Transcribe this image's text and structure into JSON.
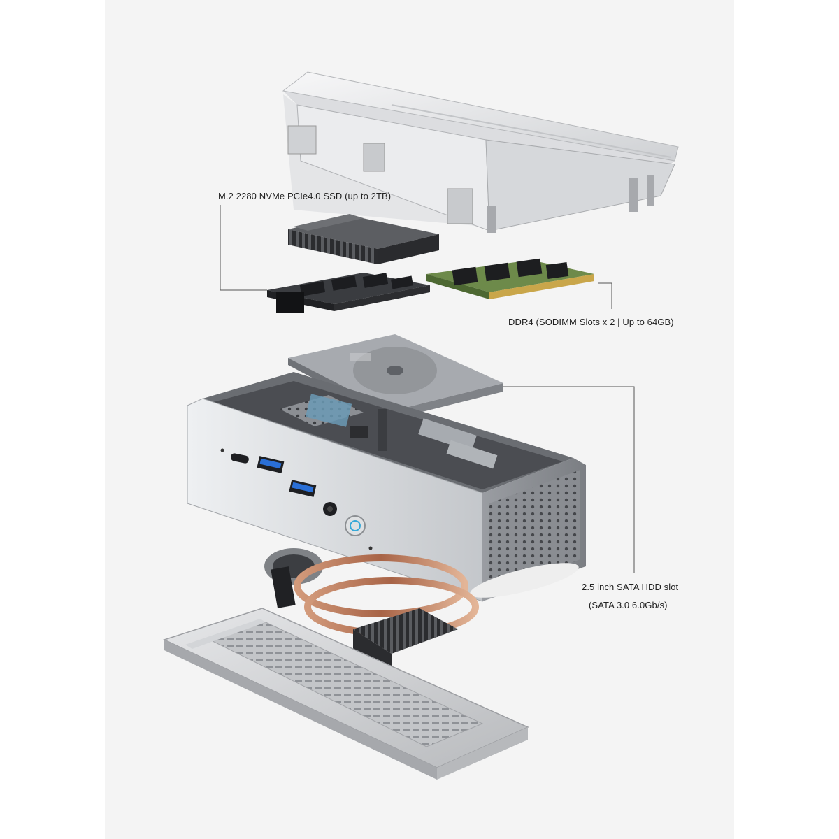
{
  "callouts": {
    "ssd": "M.2 2280 NVMe PCIe4.0 SSD (up to 2TB)",
    "ddr": "DDR4 (SODIMM Slots x 2 | Up to 64GB)",
    "hdd_line1": "2.5 inch SATA HDD slot",
    "hdd_line2": "(SATA 3.0 6.0Gb/s)"
  },
  "colors": {
    "background": "#f4f4f4",
    "aluminum": "#c9cbce",
    "aluminum_dark": "#8e9196",
    "ram_pcb": "#5d7a3e",
    "usb_blue": "#2a6fd6",
    "copper": "#b87757",
    "leader_line": "#555555"
  }
}
